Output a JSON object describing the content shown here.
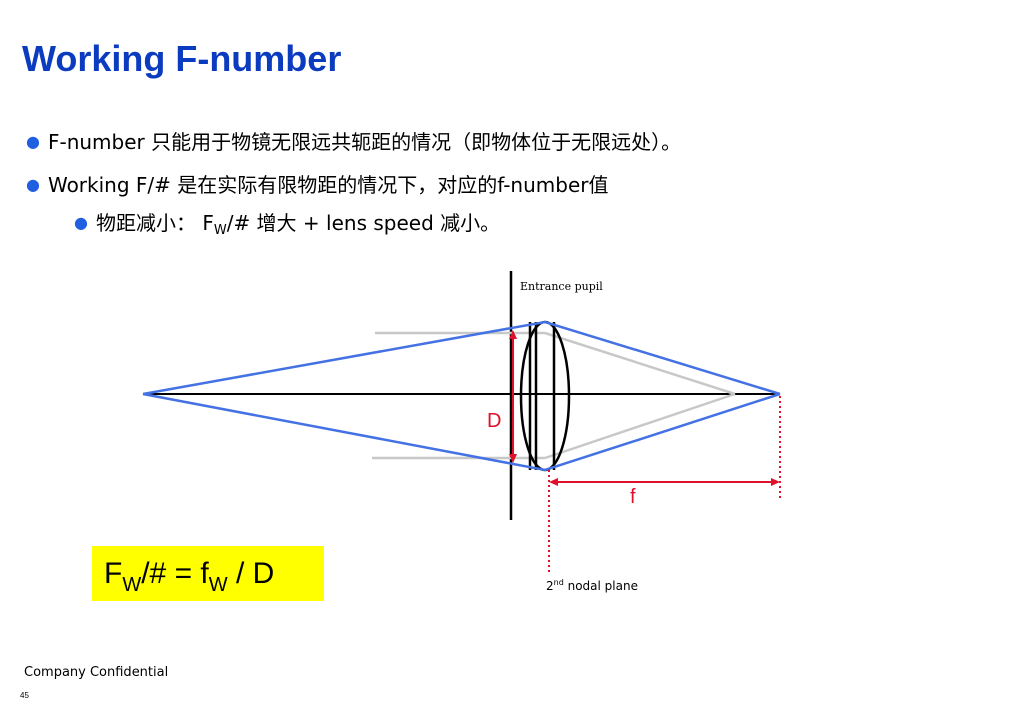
{
  "slide": {
    "title": "Working F-number",
    "bullets": [
      {
        "text": "F-number 只能用于物镜无限远共轭距的情况（即物体位于无限远处）。"
      },
      {
        "text": "Working F/# 是在实际有限物距的情况下，对应的f-number值"
      },
      {
        "prefix": "物距减小：  F",
        "sub": "W",
        "suffix": "/# 增大 + lens speed 减小。"
      }
    ],
    "formula": {
      "p1": "F",
      "s1": "W",
      "p2": "/# = f",
      "s2": "W",
      "p3": " / D"
    },
    "footer": "Company Confidential",
    "page_number": "45"
  },
  "diagram": {
    "entrance_pupil_label": "Entrance pupil",
    "d_label": "D",
    "f_label": "f",
    "nodal_plane": {
      "prefix": "2",
      "sup": "nd",
      "suffix": " nodal plane"
    },
    "colors": {
      "ray": "#4472e4",
      "gray_ray": "#c8c8c8",
      "red": "#e0102a",
      "highlight": "#ffff00",
      "title": "#0b3bbf"
    }
  }
}
